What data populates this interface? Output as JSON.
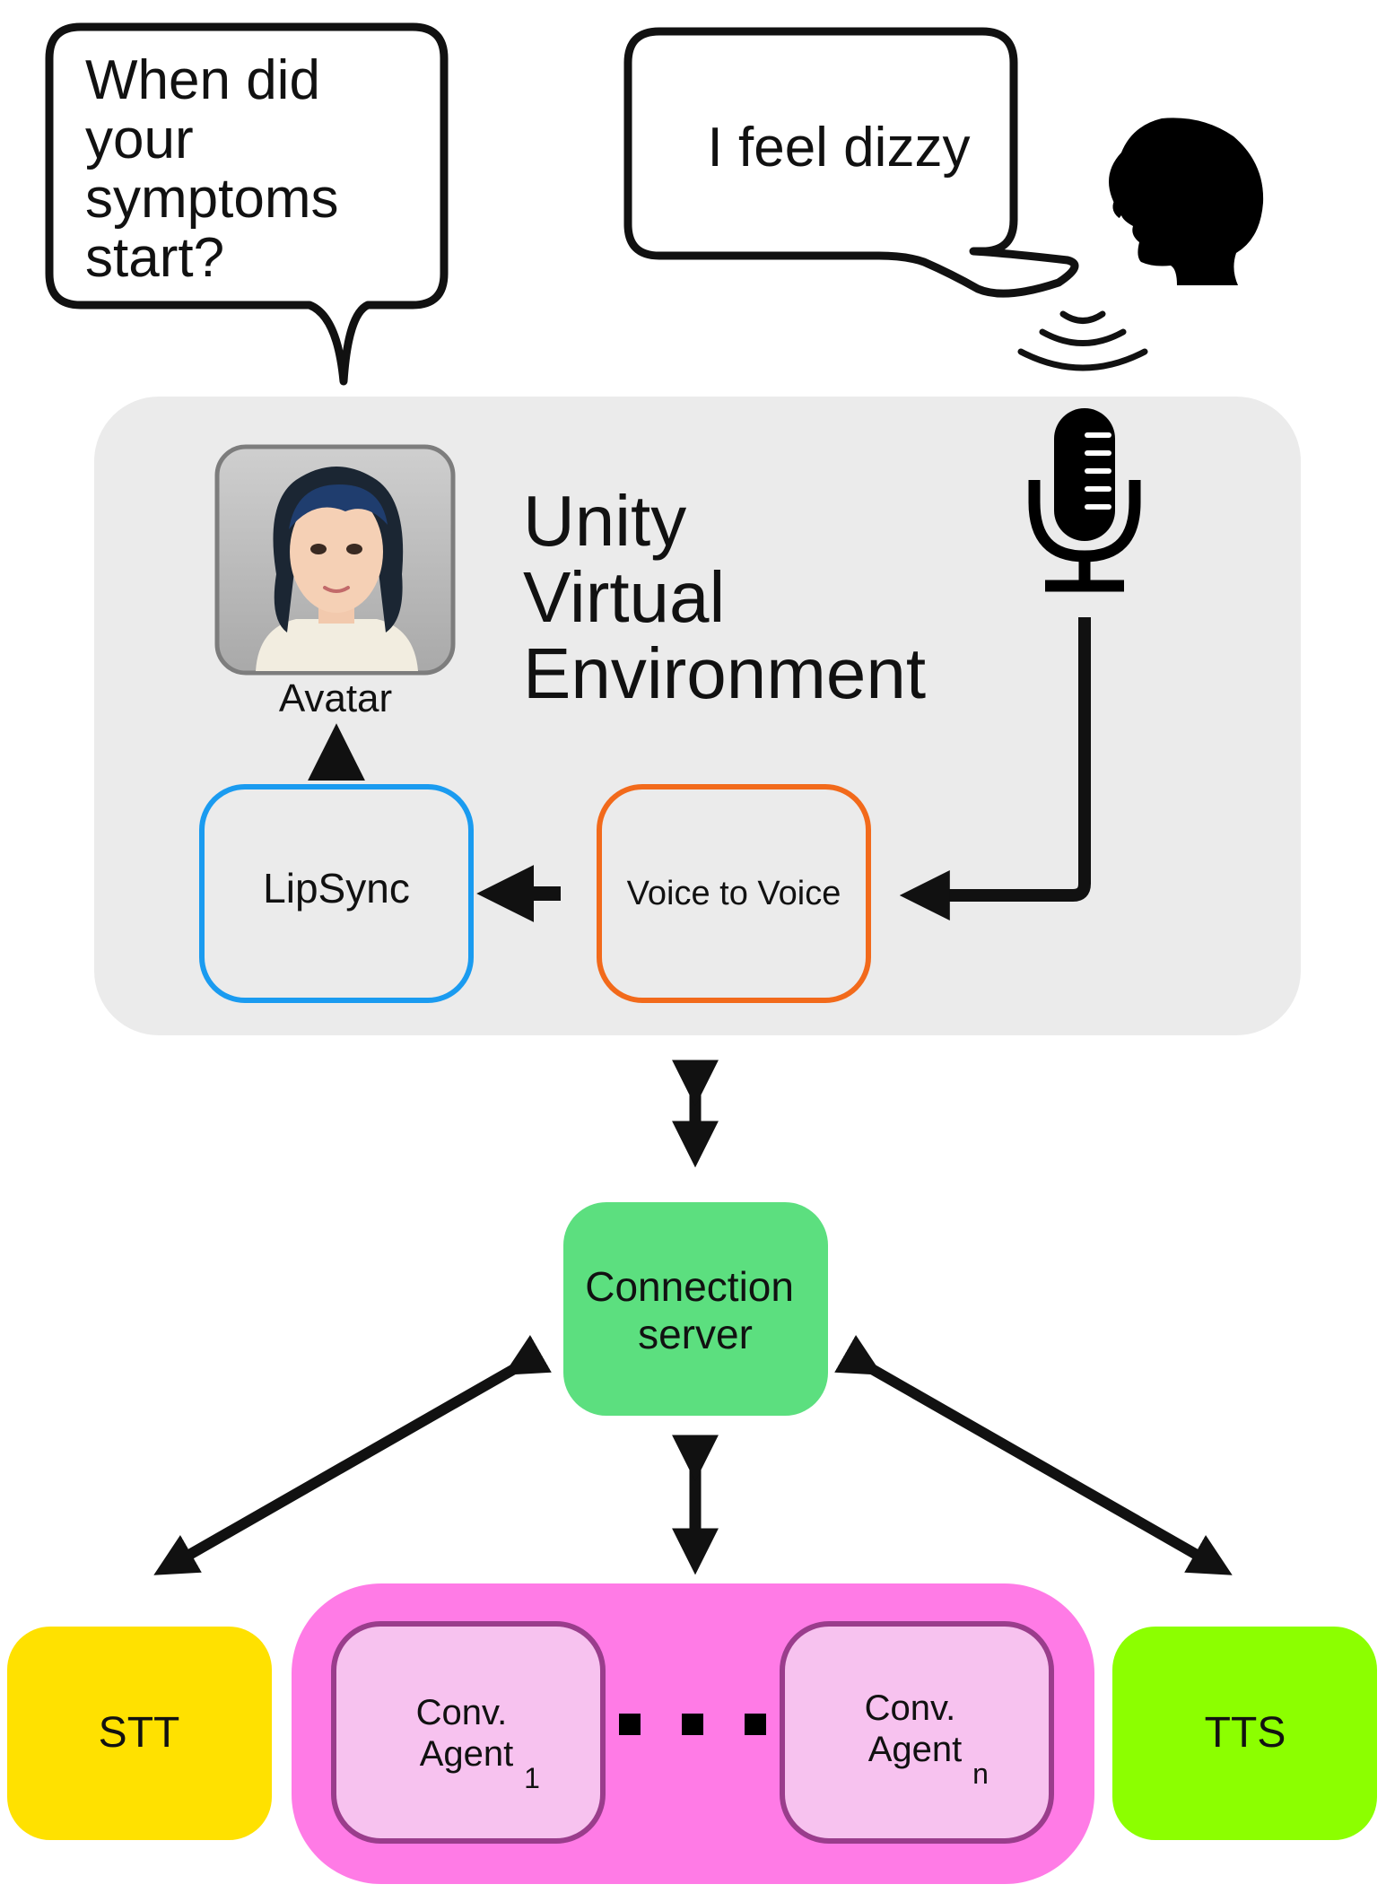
{
  "speech": {
    "avatar_bubble_lines": [
      "When did",
      "your",
      "symptoms",
      "start?"
    ],
    "user_bubble": "I feel dizzy"
  },
  "unity": {
    "title_lines": [
      "Unity",
      "Virtual",
      "Environment"
    ],
    "avatar_label": "Avatar",
    "lipsync_label": "LipSync",
    "voice_label": "Voice to Voice"
  },
  "server": {
    "label_lines": [
      "Connection",
      "server"
    ]
  },
  "services": {
    "stt_label": "STT",
    "tts_label": "TTS"
  },
  "agents": {
    "agent1": {
      "label_lines": [
        "Conv.",
        "Agent"
      ],
      "subscript": "1"
    },
    "agentn": {
      "label_lines": [
        "Conv.",
        "Agent"
      ],
      "subscript": "n"
    }
  },
  "icons": {
    "user": "person-head-icon",
    "sound": "sound-waves-icon",
    "mic": "microphone-icon",
    "avatar": "avatar-portrait-icon"
  },
  "colors": {
    "unity_panel": "#ebebeb",
    "lipsync_border": "#1a9bf0",
    "voice_border": "#f26a1b",
    "server_fill": "#5cdf7f",
    "stt_fill": "#ffe100",
    "tts_fill": "#8cff00",
    "agents_group_fill": "#ff7be6",
    "agent_fill": "#f7c2ef",
    "agent_border": "#9a3d8c"
  }
}
